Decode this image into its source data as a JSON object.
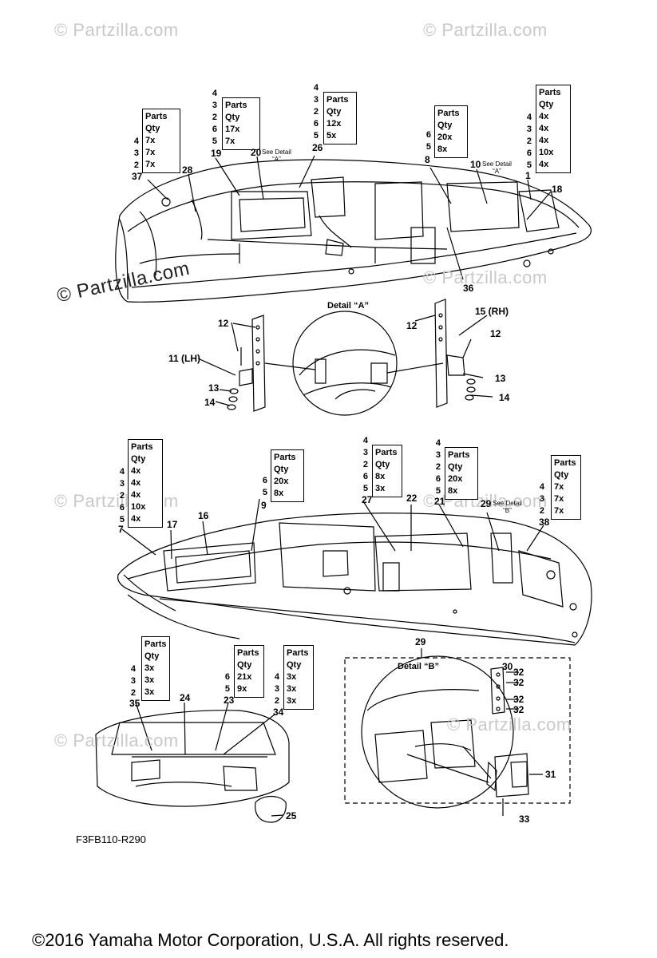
{
  "watermarks": [
    "© Partzilla.com",
    "© Partzilla.com",
    "© Partzilla.com",
    "© Partzilla.com",
    "© Partzilla.com",
    "© Partzilla.com",
    "© Partzilla.com",
    "© Partzilla.com"
  ],
  "parts_tables": [
    {
      "header": [
        "Parts",
        "Qty"
      ],
      "refs": [
        "4",
        "3",
        "2"
      ],
      "qtys": [
        "7x",
        "7x",
        "7x"
      ],
      "ref": "37"
    },
    {
      "header": [
        "Parts",
        "Qty"
      ],
      "refs": [
        "4",
        "3",
        "2",
        "6",
        "5"
      ],
      "qtys": [
        "17x",
        "7x"
      ],
      "ref": "19"
    },
    {
      "header": [
        "Parts",
        "Qty"
      ],
      "refs": [
        "4",
        "3",
        "2",
        "6",
        "5"
      ],
      "qtys": [
        "12x",
        "5x"
      ],
      "ref": "26"
    },
    {
      "header": [
        "Parts",
        "Qty"
      ],
      "refs": [
        "6",
        "5"
      ],
      "qtys": [
        "20x",
        "8x"
      ],
      "ref": "8"
    },
    {
      "header": [
        "Parts",
        "Qty"
      ],
      "refs": [
        "4",
        "3",
        "2",
        "6",
        "5"
      ],
      "qtys": [
        "4x",
        "4x",
        "4x",
        "10x",
        "4x"
      ],
      "ref": "1"
    },
    {
      "header": [
        "Parts",
        "Qty"
      ],
      "refs": [
        "4",
        "3",
        "2",
        "6",
        "5"
      ],
      "qtys": [
        "4x",
        "4x",
        "4x",
        "10x",
        "4x"
      ],
      "ref": "7"
    },
    {
      "header": [
        "Parts",
        "Qty"
      ],
      "refs": [
        "6",
        "5"
      ],
      "qtys": [
        "20x",
        "8x"
      ],
      "ref": "9"
    },
    {
      "header": [
        "Parts",
        "Qty"
      ],
      "refs": [
        "4",
        "3",
        "2",
        "6",
        "5"
      ],
      "qtys": [
        "8x",
        "3x"
      ],
      "ref": "27"
    },
    {
      "header": [
        "Parts",
        "Qty"
      ],
      "refs": [
        "4",
        "3",
        "2",
        "6",
        "5"
      ],
      "qtys": [
        "20x",
        "8x"
      ],
      "ref": "21"
    },
    {
      "header": [
        "Parts",
        "Qty"
      ],
      "refs": [
        "4",
        "3",
        "2"
      ],
      "qtys": [
        "7x",
        "7x",
        "7x"
      ],
      "ref": "38"
    },
    {
      "header": [
        "Parts",
        "Qty"
      ],
      "refs": [
        "4",
        "3",
        "2"
      ],
      "qtys": [
        "3x",
        "3x",
        "3x"
      ],
      "ref": "35"
    },
    {
      "header": [
        "Parts",
        "Qty"
      ],
      "refs": [
        "6",
        "5"
      ],
      "qtys": [
        "21x",
        "9x"
      ],
      "ref": "23"
    },
    {
      "header": [
        "Parts",
        "Qty"
      ],
      "refs": [
        "4",
        "3",
        "2"
      ],
      "qtys": [
        "3x",
        "3x",
        "3x"
      ],
      "ref": "34"
    }
  ],
  "callouts": [
    "28",
    "20",
    "10",
    "18",
    "36",
    "12",
    "12",
    "15 (RH)",
    "12",
    "11 (LH)",
    "13",
    "14",
    "13",
    "14",
    "16",
    "17",
    "22",
    "29",
    "29",
    "30",
    "32",
    "32",
    "32",
    "32",
    "31",
    "33",
    "24",
    "25"
  ],
  "see_details": [
    {
      "line1": "See Detail",
      "line2": "“A”"
    },
    {
      "line1": "See Detail",
      "line2": "“A”"
    },
    {
      "line1": "See Detail",
      "line2": "“B”"
    }
  ],
  "detail_titles": [
    "Detail “A”",
    "Detail “B”"
  ],
  "diagram_code": "F3FB110-R290",
  "copyright": "©2016  Yamaha Motor Corporation, U.S.A. All rights reserved."
}
